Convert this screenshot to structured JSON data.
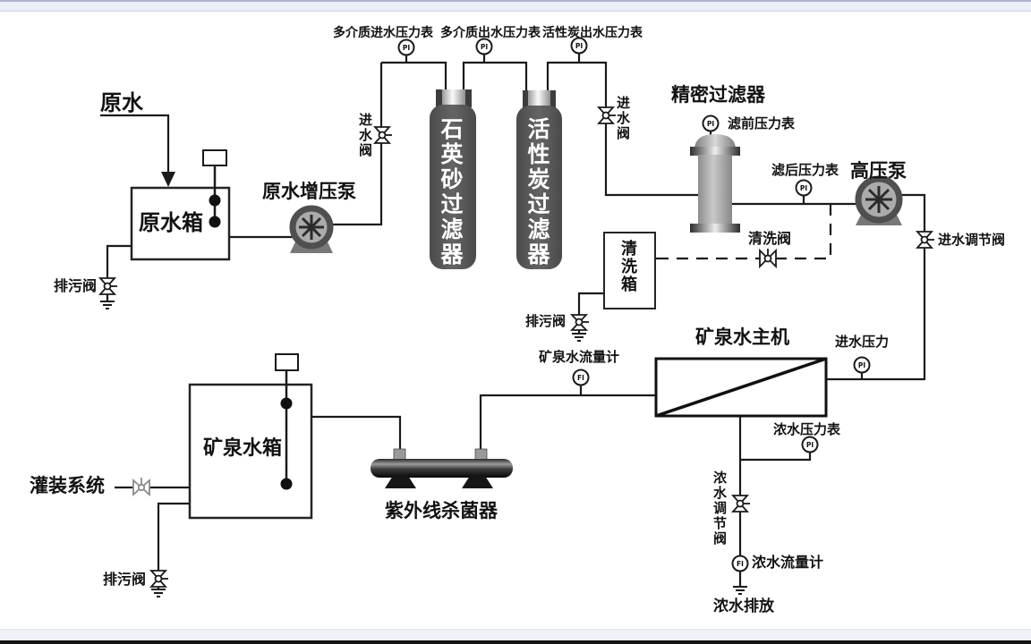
{
  "window": {
    "top_strip_color": "#e9eef7",
    "bottom_strip_color": "#eef1f9",
    "bottom_bar_color": "#131313",
    "frame_border_color": "#a9b6ca"
  },
  "palette": {
    "line_color": "#1a1a1a",
    "vessel_fill": "#565656",
    "vessel_text_color": "#ffffff",
    "precision_body_fill": "#b5b5b5",
    "pump_ring_color": "#4f4f4f",
    "pump_inner_fill": "#ababab",
    "uv_body_dark": "#0a0a0a",
    "tank_fill": "#ffffff"
  },
  "gauges": {
    "pressure_label": "PI",
    "flow_label": "FI"
  },
  "pretreatment": {
    "raw_water_label": "原水",
    "raw_water_tank_label": "原水箱",
    "booster_pump_label": "原水增压泵",
    "drain_valve_label": "排污阀",
    "inlet_valve_label": "进水阀",
    "mm_inlet_gauge_label": "多介质进水压力表",
    "mm_outlet_gauge_label": "多介质出水压力表",
    "carbon_outlet_gauge_label": "活性炭出水压力表",
    "quartz_filter_label": "石英砂过滤器",
    "carbon_filter_label": "活性炭过滤器"
  },
  "fine_filtration": {
    "precision_filter_label": "精密过滤器",
    "inlet_valve_label": "进水阀",
    "prefilter_gauge_label": "滤前压力表",
    "postfilter_gauge_label": "滤后压力表",
    "hp_pump_label": "高压泵",
    "cleaning_valve_label": "清洗阀",
    "cleaning_tank_label": "清洗箱",
    "drain_valve_label": "排污阀"
  },
  "ro_section": {
    "main_unit_label": "矿泉水主机",
    "inlet_reg_valve_label": "进水调节阀",
    "inlet_pressure_label": "进水压力",
    "mineral_flow_meter_label": "矿泉水流量计",
    "conc_pressure_label": "浓水压力表",
    "conc_reg_valve_label": "浓水调节阀",
    "conc_flow_meter_label": "浓水流量计",
    "conc_discharge_label": "浓水排放"
  },
  "storage": {
    "mineral_tank_label": "矿泉水箱",
    "filling_system_label": "灌装系统",
    "uv_label": "紫外线杀菌器",
    "drain_valve_label": "排污阀"
  }
}
